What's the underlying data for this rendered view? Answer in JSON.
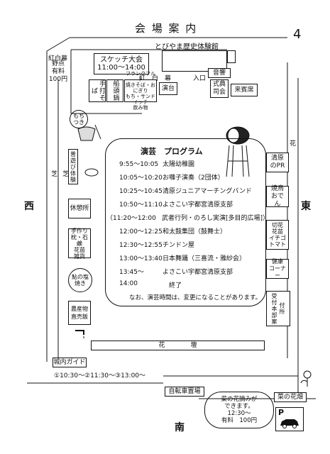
{
  "title": "会 場 案 内",
  "page_number": "4",
  "hall": "とびやま歴史体験館",
  "sketch": {
    "name": "スケッチ大会",
    "time": "11:00〜14:00"
  },
  "kouhakumaku_top": "紅白幕",
  "nodate": {
    "name": "野点",
    "fee": "有料",
    "price": "100円"
  },
  "kouhakumaku_mid": "紅　白　幕",
  "entrance": "入口",
  "ongaku": "音響",
  "stalls": {
    "teuchi": "手打そば",
    "funazuke": "船頭鍋",
    "food_line1": "フランクフルト",
    "food_line2": "焼きそば・おにぎり",
    "food_line3": "もち・サンドイッチ",
    "food_line4": "飲み物",
    "endai": "演台",
    "shikiten": "式典司会",
    "raihin": "来賓席"
  },
  "mochitsuki": "もちつき",
  "stage_program": {
    "title": "演芸　プログラム",
    "items": [
      {
        "time": "9:55〜10:05",
        "act": "太陽幼稚園"
      },
      {
        "time": "10:05〜10:20",
        "act": "お囃子演奏（2団体）"
      },
      {
        "time": "10:25〜10:45",
        "act": "清原ジュニアマーチングバンド"
      },
      {
        "time": "10:50〜11:10",
        "act": "よさこい宇都宮清原支部"
      },
      {
        "time": "（11:20〜12:00",
        "act": "武者行列・のろし実演[多目的広場]）"
      },
      {
        "time": "12:00〜12:25",
        "act": "和太鼓集団（鼓舞士）"
      },
      {
        "time": "12:30〜12:55",
        "act": "チンドン屋"
      },
      {
        "time": "13:00〜13:40",
        "act": "日本舞踊（三喜流・雅紗会）"
      },
      {
        "time": "13:45〜",
        "act": "よさこい宇都宮清原支部"
      },
      {
        "time": "14:00",
        "act": "終了"
      }
    ],
    "note": "なお、演芸時間は、変更になることがあります。"
  },
  "left_booths": {
    "futsu_asobi": "普遊び体験",
    "shiba1": "芝",
    "shiba2": "芝",
    "kyuugo": "休憩所",
    "tezukuri_line1": "手作り",
    "tezukuri_line2": "枕・石鹸",
    "tezukuri_line3": "花苗",
    "tezukuri_line4": "雑貨",
    "ayu": "鮎の塩焼き",
    "nousan": "農産物直売飯"
  },
  "right_booths": {
    "hana": "花",
    "kiyohara_pr": "清原のPR",
    "yakitori": "焼鳥おでん",
    "kiribana_line1": "切花",
    "kiribana_line2": "花苗",
    "kiribana_line3": "イチゴ",
    "kiribana_line4": "トマト",
    "kenkou_line1": "健康",
    "kenkou_line2": "コーナー",
    "uketsuke": "受付本部案",
    "tsuki": "付所"
  },
  "directions": {
    "west": "西",
    "east": "東",
    "south": "南"
  },
  "kadan": "花　　　　壇",
  "tour": {
    "label": "城内ガイド",
    "times": "①10:30〜②11:30〜③13:00〜"
  },
  "bicycle": "自転車置場",
  "nanohana_field": "菜の花畑",
  "nanohana_pick": {
    "line1": "菜の花摘みが",
    "line2": "できます。",
    "time": "12:30〜",
    "fee": "有料　100円"
  },
  "parking": "P"
}
